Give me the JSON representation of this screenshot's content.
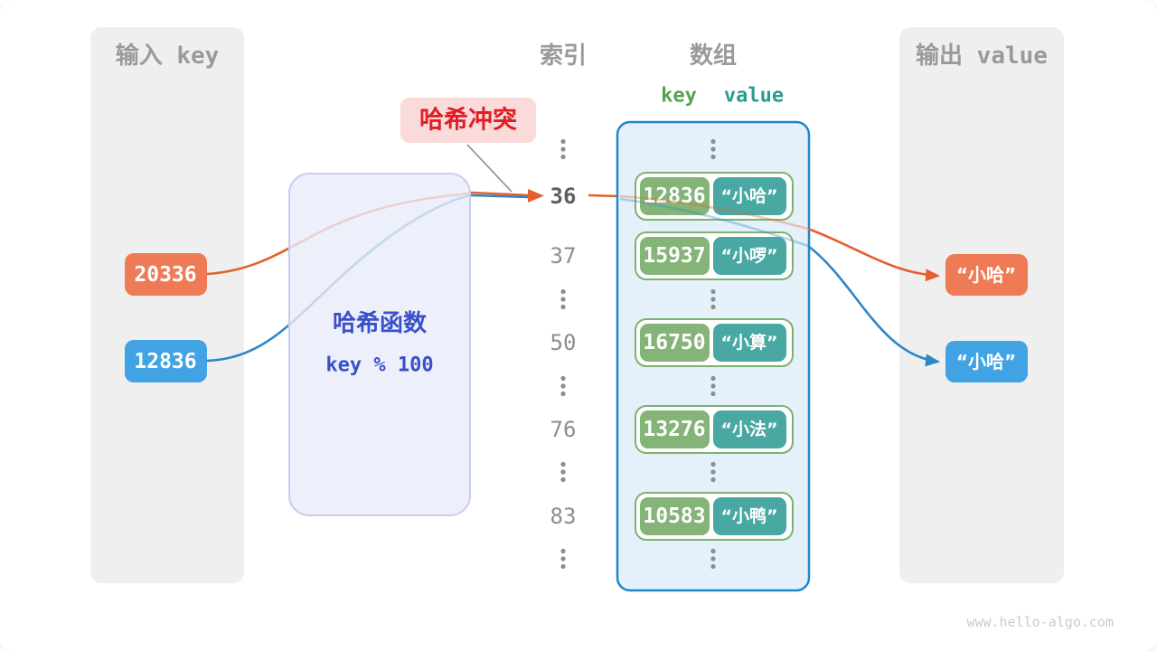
{
  "palette": {
    "panel_gray": "#efefef",
    "header_gray": "#9a9a9a",
    "orange_fill": "#ee7b55",
    "orange_stroke": "#e4602f",
    "blue_fill": "#41a3e4",
    "blue_stroke": "#2d86c5",
    "array_fill": "#e4f1fb",
    "array_border": "#1e87cb",
    "pair_border_green": "#7cb26e",
    "pair_key_green": "#84b477",
    "pair_value_teal": "#49a8a1",
    "hash_box_fill": "#e9ecfa",
    "hash_box_border": "#c7cdf1",
    "hash_text_blue": "#3a50c8",
    "collision_bg": "#fadada",
    "collision_red": "#e01e25",
    "key_header_green": "#53a253",
    "value_header_teal": "#2a9c92",
    "dots_gray": "#8d8d8d"
  },
  "input_panel": {
    "title": "输入 key",
    "items": [
      {
        "value": "20336",
        "color": "orange"
      },
      {
        "value": "12836",
        "color": "blue"
      }
    ]
  },
  "hash_function": {
    "title": "哈希函数",
    "formula": "key % 100"
  },
  "collision_label": {
    "text": "哈希冲突"
  },
  "index_column": {
    "title": "索引",
    "ellipsis": "⋮",
    "items": [
      "36",
      "37",
      "50",
      "76",
      "83"
    ]
  },
  "array_panel": {
    "title": "数组",
    "key_header": "key",
    "value_header": "value",
    "rows": [
      {
        "key": "12836",
        "value": "“小哈”"
      },
      {
        "key": "15937",
        "value": "“小啰”"
      },
      {
        "key": "16750",
        "value": "“小算”"
      },
      {
        "key": "13276",
        "value": "“小法”"
      },
      {
        "key": "10583",
        "value": "“小鸭”"
      }
    ]
  },
  "output_panel": {
    "title": "输出 value",
    "items": [
      {
        "value": "“小哈”",
        "color": "orange"
      },
      {
        "value": "“小哈”",
        "color": "blue"
      }
    ]
  },
  "footer": {
    "url": "www.hello-algo.com"
  }
}
